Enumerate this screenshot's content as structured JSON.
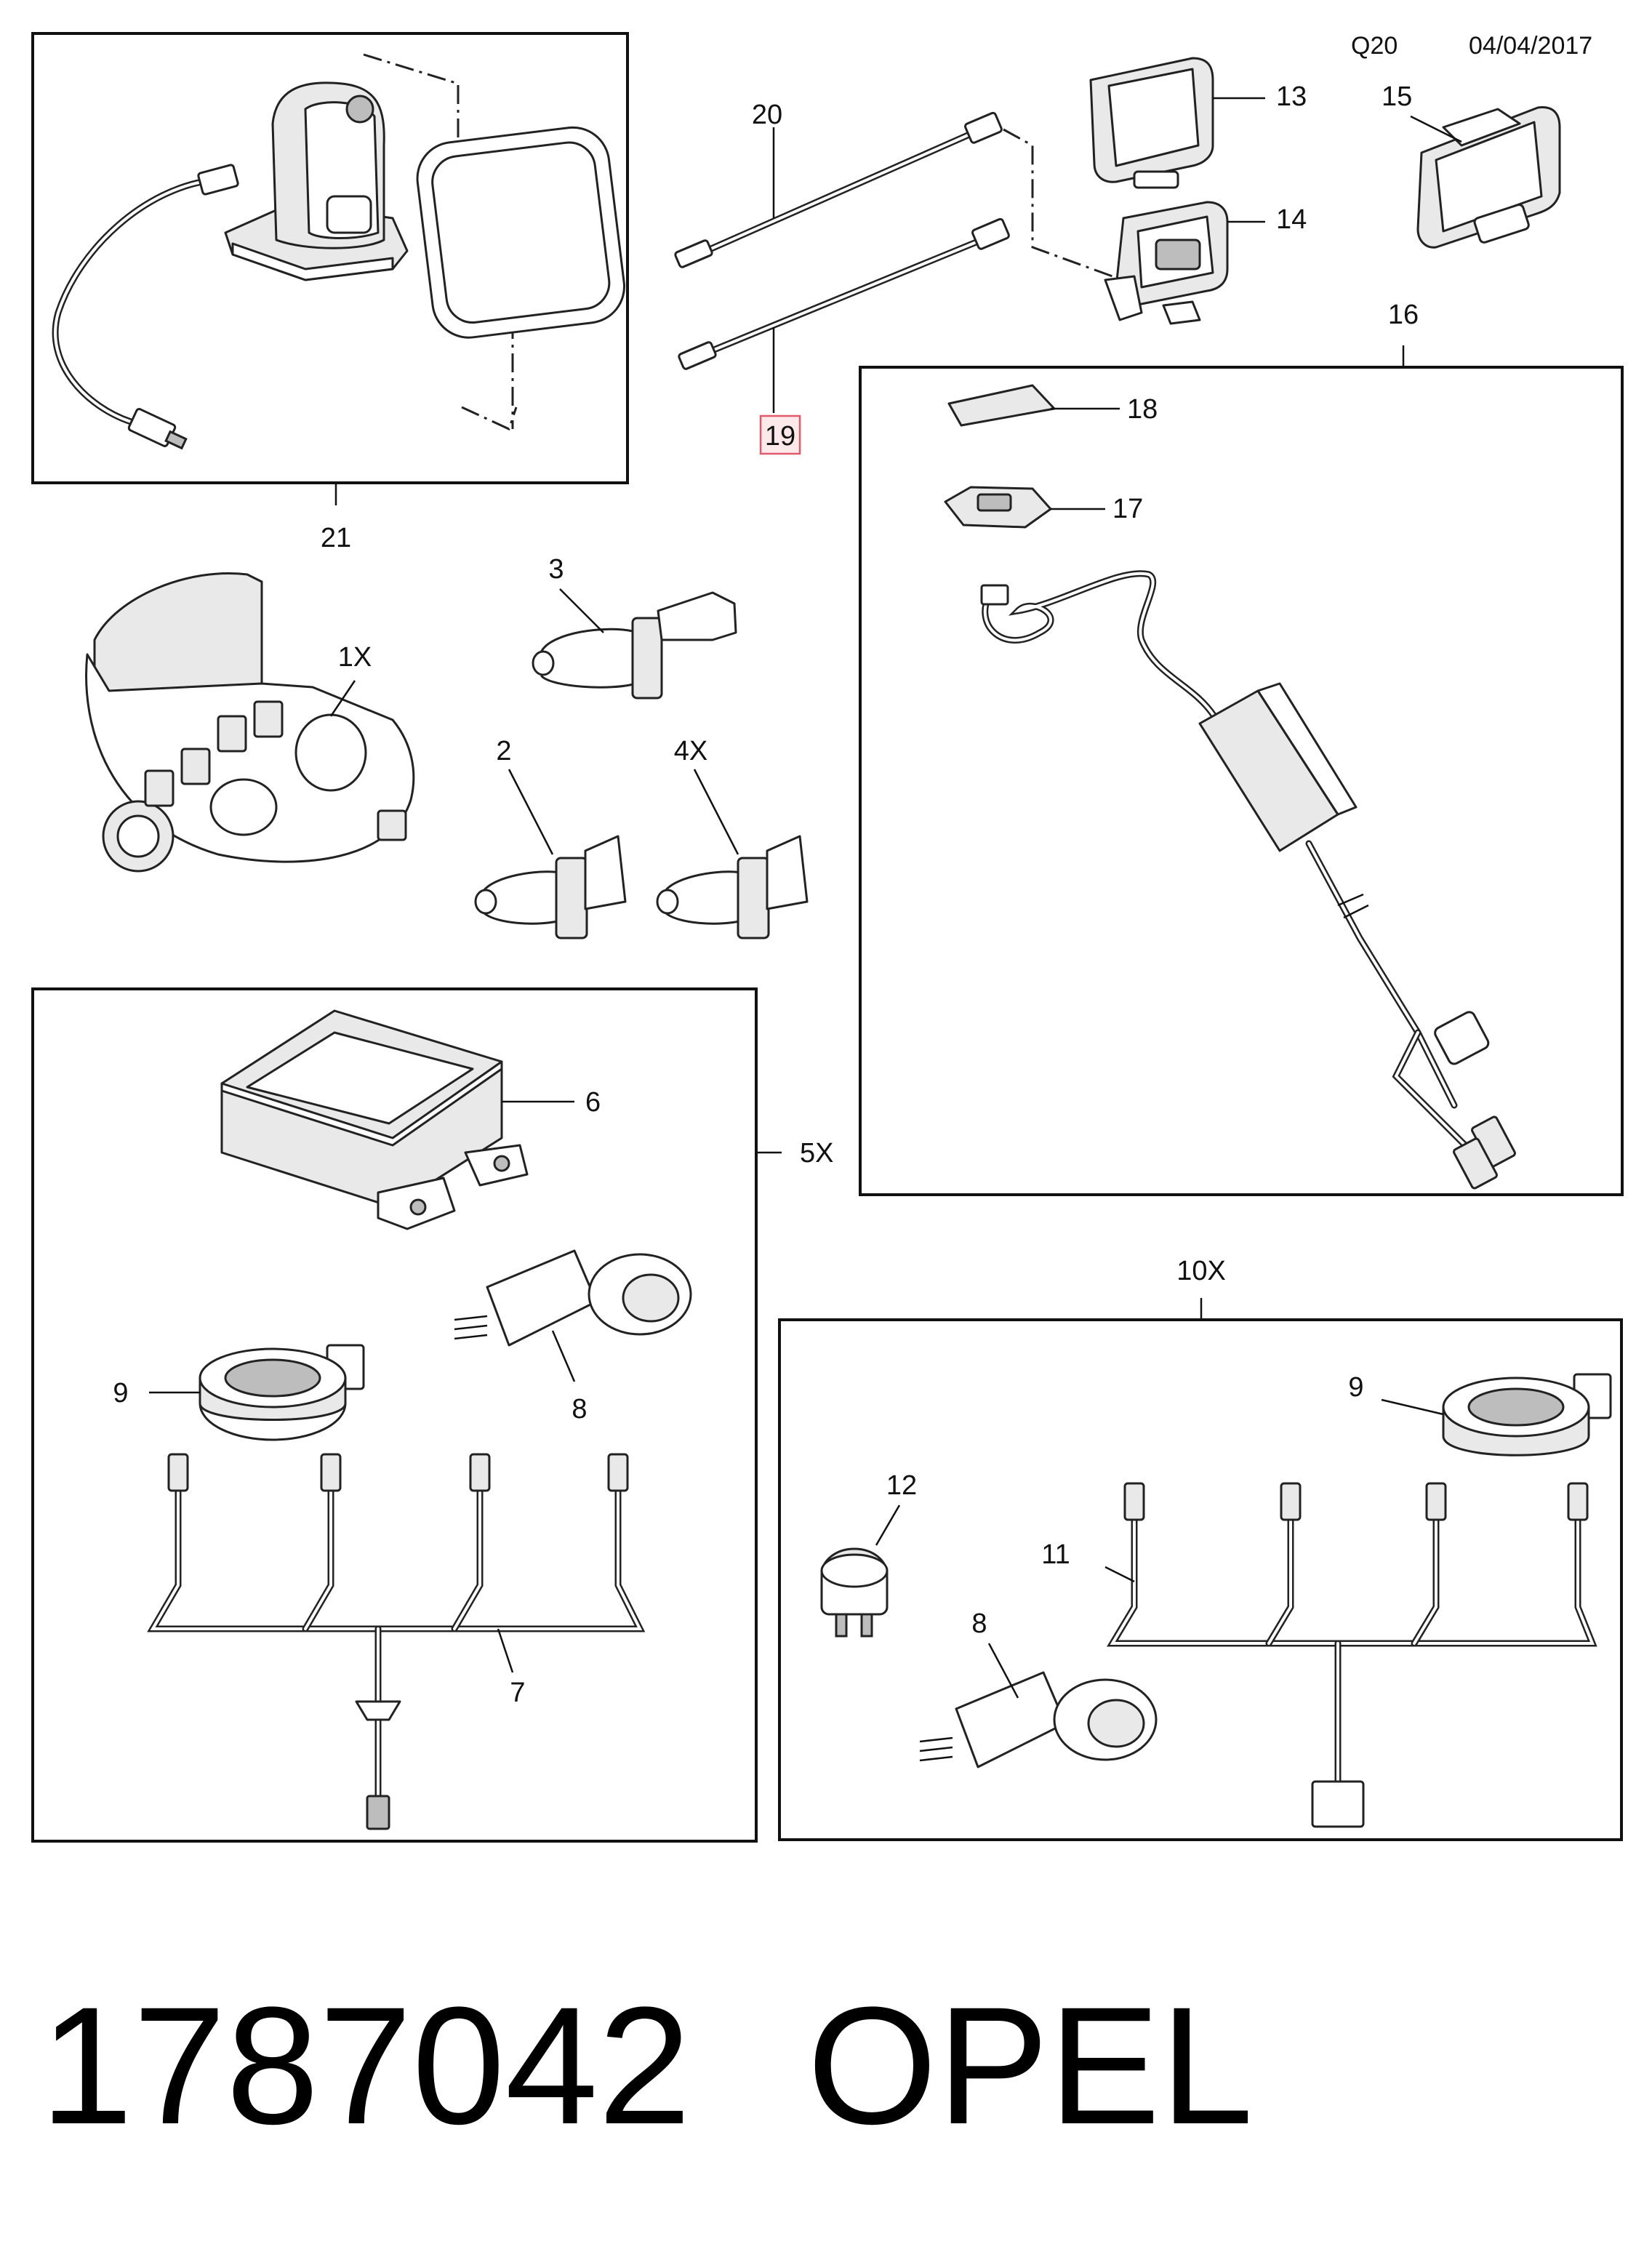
{
  "header": {
    "code": "Q20",
    "date": "04/04/2017"
  },
  "footer": {
    "part_number": "1787042",
    "brand": "OPEL"
  },
  "callouts": {
    "c1X": "1X",
    "c2": "2",
    "c3": "3",
    "c4X": "4X",
    "c5X": "5X",
    "c6": "6",
    "c7": "7",
    "c8a": "8",
    "c8b": "8",
    "c9a": "9",
    "c9b": "9",
    "c10X": "10X",
    "c11": "11",
    "c12": "12",
    "c13": "13",
    "c14": "14",
    "c15": "15",
    "c16": "16",
    "c17": "17",
    "c18": "18",
    "c19": "19",
    "c20": "20",
    "c21": "21"
  },
  "highlighted_callout": "19"
}
